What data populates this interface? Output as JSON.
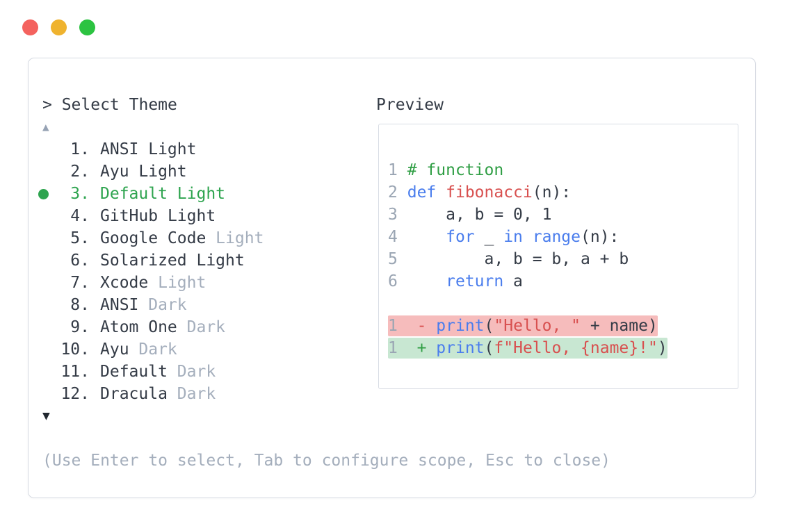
{
  "window": {
    "controls": [
      "close",
      "minimize",
      "zoom"
    ],
    "control_colors": {
      "close": "#f4625e",
      "minimize": "#efb32f",
      "zoom": "#2cc341"
    }
  },
  "selector": {
    "prompt": "> Select Theme",
    "scroll_up": "▲",
    "scroll_down": "▼",
    "help_text": "(Use Enter to select, Tab to configure scope, Esc to close)",
    "selected_index": 2,
    "accent_green": "#2ea44f",
    "items": [
      {
        "number": "1.",
        "label": "ANSI",
        "suffix": "Light",
        "suffix_dim": false,
        "selected": false
      },
      {
        "number": "2.",
        "label": "Ayu",
        "suffix": "Light",
        "suffix_dim": false,
        "selected": false
      },
      {
        "number": "3.",
        "label": "Default",
        "suffix": "Light",
        "suffix_dim": false,
        "selected": true
      },
      {
        "number": "4.",
        "label": "GitHub",
        "suffix": "Light",
        "suffix_dim": false,
        "selected": false
      },
      {
        "number": "5.",
        "label": "Google Code",
        "suffix": "Light",
        "suffix_dim": true,
        "selected": false
      },
      {
        "number": "6.",
        "label": "Solarized",
        "suffix": "Light",
        "suffix_dim": false,
        "selected": false
      },
      {
        "number": "7.",
        "label": "Xcode",
        "suffix": "Light",
        "suffix_dim": true,
        "selected": false
      },
      {
        "number": "8.",
        "label": "ANSI",
        "suffix": "Dark",
        "suffix_dim": true,
        "selected": false
      },
      {
        "number": "9.",
        "label": "Atom One",
        "suffix": "Dark",
        "suffix_dim": true,
        "selected": false
      },
      {
        "number": "10.",
        "label": "Ayu",
        "suffix": "Dark",
        "suffix_dim": true,
        "selected": false
      },
      {
        "number": "11.",
        "label": "Default",
        "suffix": "Dark",
        "suffix_dim": true,
        "selected": false
      },
      {
        "number": "12.",
        "label": "Dracula",
        "suffix": "Dark",
        "suffix_dim": true,
        "selected": false
      }
    ]
  },
  "preview": {
    "title": "Preview",
    "syntax_colors": {
      "keyword": "#4a7ded",
      "string": "#d8504f",
      "comment": "#2f9e44",
      "plain": "#343b46",
      "line_number": "#9aa5b3"
    },
    "diff_colors": {
      "deleted_bg": "#f6bcbc",
      "added_bg": "#c8e7d2"
    },
    "code_lines": [
      {
        "num": "1",
        "highlight": null,
        "segments": [
          {
            "t": "# function",
            "c": "com"
          }
        ]
      },
      {
        "num": "2",
        "highlight": null,
        "segments": [
          {
            "t": "def",
            "c": "kw"
          },
          {
            "t": " ",
            "c": "plain"
          },
          {
            "t": "fibonacci",
            "c": "str"
          },
          {
            "t": "(n):",
            "c": "plain"
          }
        ]
      },
      {
        "num": "3",
        "highlight": null,
        "segments": [
          {
            "t": "    a, b = 0, 1",
            "c": "plain"
          }
        ]
      },
      {
        "num": "4",
        "highlight": null,
        "segments": [
          {
            "t": "    ",
            "c": "plain"
          },
          {
            "t": "for",
            "c": "kw"
          },
          {
            "t": " _ ",
            "c": "plain"
          },
          {
            "t": "in",
            "c": "kw"
          },
          {
            "t": " ",
            "c": "plain"
          },
          {
            "t": "range",
            "c": "kw"
          },
          {
            "t": "(n):",
            "c": "plain"
          }
        ]
      },
      {
        "num": "5",
        "highlight": null,
        "segments": [
          {
            "t": "        a, b = b, a + b",
            "c": "plain"
          }
        ]
      },
      {
        "num": "6",
        "highlight": null,
        "segments": [
          {
            "t": "    ",
            "c": "plain"
          },
          {
            "t": "return",
            "c": "kw"
          },
          {
            "t": " a",
            "c": "plain"
          }
        ]
      },
      {
        "num": "",
        "highlight": null,
        "segments": []
      },
      {
        "num": "1",
        "highlight": "del",
        "segments": [
          {
            "t": " ",
            "c": "plain"
          },
          {
            "t": "-",
            "c": "del"
          },
          {
            "t": " ",
            "c": "plain"
          },
          {
            "t": "print",
            "c": "kw"
          },
          {
            "t": "(",
            "c": "plain"
          },
          {
            "t": "\"Hello, \"",
            "c": "str"
          },
          {
            "t": " + name)",
            "c": "plain"
          }
        ]
      },
      {
        "num": "1",
        "highlight": "add",
        "segments": [
          {
            "t": " ",
            "c": "plain"
          },
          {
            "t": "+",
            "c": "add"
          },
          {
            "t": " ",
            "c": "plain"
          },
          {
            "t": "print",
            "c": "kw"
          },
          {
            "t": "(",
            "c": "plain"
          },
          {
            "t": "f\"Hello, {name}!\"",
            "c": "str"
          },
          {
            "t": ")",
            "c": "plain"
          }
        ]
      }
    ]
  }
}
